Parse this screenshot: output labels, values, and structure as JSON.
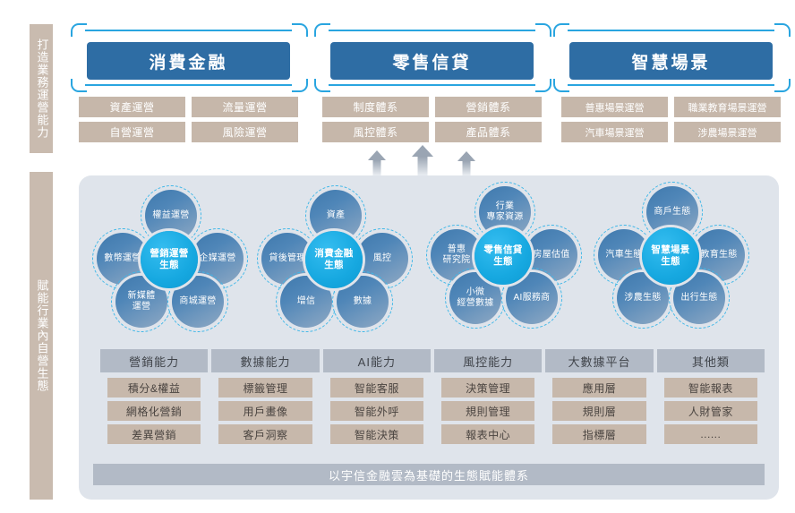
{
  "side_labels": {
    "top": "打造業務運營能力",
    "bottom": "賦能行業內自營生態"
  },
  "pillars": [
    {
      "title": "消費金融",
      "cells": [
        "資產運營",
        "流量運營",
        "自營運營",
        "風險運營"
      ]
    },
    {
      "title": "零售信貸",
      "cells": [
        "制度體系",
        "營銷體系",
        "風控體系",
        "產品體系"
      ]
    },
    {
      "title": "智慧場景",
      "cells": [
        "普惠場景運營",
        "職業教育場景運營",
        "汽車場景運營",
        "涉農場景運營"
      ]
    }
  ],
  "arrows": [
    "up-arrow",
    "up-arrow",
    "up-arrow"
  ],
  "clusters": [
    {
      "center": "營銷運營\n生態",
      "center_line1": "營銷運營",
      "center_line2": "生態",
      "nodes": [
        "權益運營",
        "數幣運營",
        "企媒運營",
        "新媒體\n運營",
        "商城運營"
      ],
      "node_top": "權益運營",
      "node_left": "數幣運營",
      "node_right": "企媒運營",
      "node_bl_1": "新媒體",
      "node_bl_2": "運營",
      "node_br": "商城運營"
    },
    {
      "center_line1": "消費金融",
      "center_line2": "生態",
      "node_top": "資產",
      "node_left": "貸後管理",
      "node_right": "風控",
      "node_bl_1": "增信",
      "node_bl_2": "",
      "node_br": "數據"
    },
    {
      "center_line1": "零售信貸",
      "center_line2": "生態",
      "node_top_1": "行業",
      "node_top_2": "專家資源",
      "node_left_1": "普惠",
      "node_left_2": "研究院",
      "node_right": "房屋估值",
      "node_bl_1": "小微",
      "node_bl_2": "經營數據",
      "node_br": "AI服務商"
    },
    {
      "center_line1": "智慧場景",
      "center_line2": "生態",
      "node_top": "商戶生態",
      "node_left": "汽車生態",
      "node_right": "教育生態",
      "node_bl_1": "涉農生態",
      "node_bl_2": "",
      "node_br": "出行生態"
    }
  ],
  "capability_table": {
    "columns": [
      {
        "header": "營銷能力",
        "items": [
          "積分&權益",
          "網格化營銷",
          "差異營銷"
        ]
      },
      {
        "header": "數據能力",
        "items": [
          "標籤管理",
          "用戶畫像",
          "客戶洞察"
        ]
      },
      {
        "header": "AI能力",
        "items": [
          "智能客服",
          "智能外呼",
          "智能決策"
        ]
      },
      {
        "header": "風控能力",
        "items": [
          "決策管理",
          "規則管理",
          "報表中心"
        ]
      },
      {
        "header": "大數據平台",
        "items": [
          "應用層",
          "規則層",
          "指標層"
        ]
      },
      {
        "header": "其他類",
        "items": [
          "智能報表",
          "人財管家",
          "......"
        ]
      }
    ]
  },
  "footer": "以宇信金融雲為基礎的生態賦能體系",
  "colors": {
    "tan": "#c6b7aa",
    "blue_header": "#2e6da4",
    "cyan_accent": "#29a5e0",
    "panel_bg": "#dfe4eb",
    "table_header": "#b2bac6",
    "center_bubble": "#16a8e0"
  }
}
